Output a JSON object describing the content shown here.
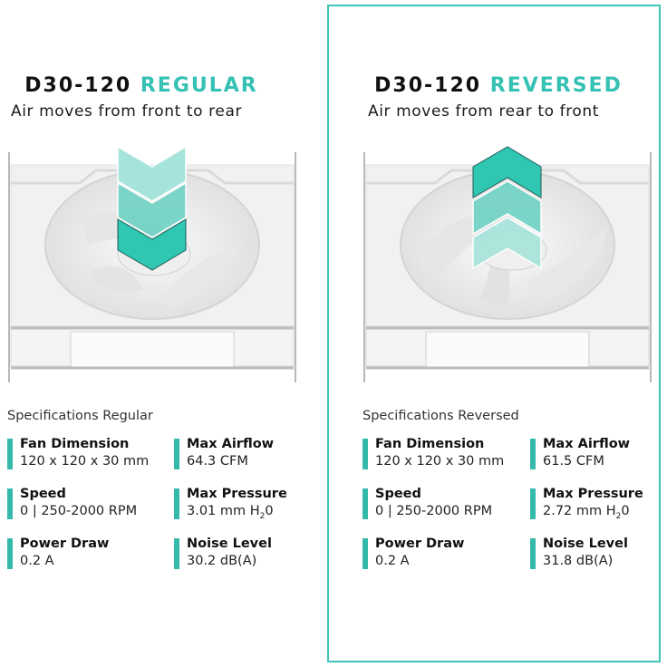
{
  "accent_color": "#35c1b3",
  "frame_color": "#3fc4b6",
  "panels": [
    {
      "id": "regular",
      "title_model": "D30-120",
      "title_variant": "REGULAR",
      "subtitle": "Air moves from front to rear",
      "arrow_direction": "down",
      "spec_heading": "Specifications Regular",
      "specs": [
        {
          "label": "Fan Dimension",
          "value": "120 x 120 x 30 mm"
        },
        {
          "label": "Max Airflow",
          "value": "64.3 CFM"
        },
        {
          "label": "Speed",
          "value": "0 | 250-2000 RPM"
        },
        {
          "label": "Max Pressure",
          "value": "3.01 mm H",
          "sub": "2",
          "suffix": "0"
        },
        {
          "label": "Power Draw",
          "value": "0.2 A"
        },
        {
          "label": "Noise Level",
          "value": "30.2 dB(A)"
        }
      ]
    },
    {
      "id": "reversed",
      "title_model": "D30-120",
      "title_variant": "REVERSED",
      "subtitle": "Air moves from rear to front",
      "arrow_direction": "up",
      "spec_heading": "Specifications Reversed",
      "specs": [
        {
          "label": "Fan Dimension",
          "value": "120 x 120 x 30 mm"
        },
        {
          "label": "Max Airflow",
          "value": "61.5 CFM"
        },
        {
          "label": "Speed",
          "value": "0 | 250-2000 RPM"
        },
        {
          "label": "Max Pressure",
          "value": "2.72 mm H",
          "sub": "2",
          "suffix": "0"
        },
        {
          "label": "Power Draw",
          "value": "0.2 A"
        },
        {
          "label": "Noise Level",
          "value": "31.8 dB(A)"
        }
      ]
    }
  ]
}
